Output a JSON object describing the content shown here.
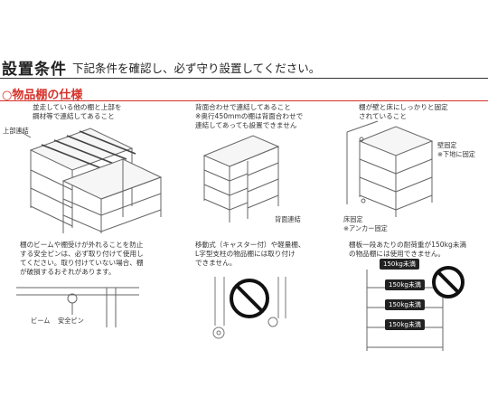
{
  "header": {
    "title": "設置条件",
    "subtitle": "下記条件を確認し、必ず守り設置してください。"
  },
  "section": {
    "title": "○物品棚の仕様"
  },
  "panels": [
    {
      "caption": "並走している他の棚と上部を\n鋼材等で連結してあること",
      "labels": [
        "上部連結"
      ]
    },
    {
      "caption": "背面合わせで連結してあること\n※奥行450mmの棚は背面合わせで\n連結してあっても設置できません",
      "labels": [
        "背面連結"
      ]
    },
    {
      "caption": "棚が壁と床にしっかりと固定\nされていること",
      "labels": [
        "壁固定",
        "※下地に固定",
        "床固定",
        "※アンカー固定"
      ]
    },
    {
      "caption": "棚のビームや棚受けが外れることを防止\nする安全ピンは、必ず取り付けて使用し\nてください。取り付けていない場合、棚\nが破損するおそれがあります。",
      "labels": [
        "ビーム",
        "安全ピン"
      ]
    },
    {
      "caption": "移動式（キャスター付）や軽量棚、\nL字型支柱の物品棚には取り付け\nできません。",
      "labels": []
    },
    {
      "caption": "棚板一段あたりの耐荷重が150kg未満\nの物品棚には使用できません。",
      "labels": [
        "150kg未満",
        "150kg未満",
        "150kg未満",
        "150kg未満"
      ]
    }
  ]
}
